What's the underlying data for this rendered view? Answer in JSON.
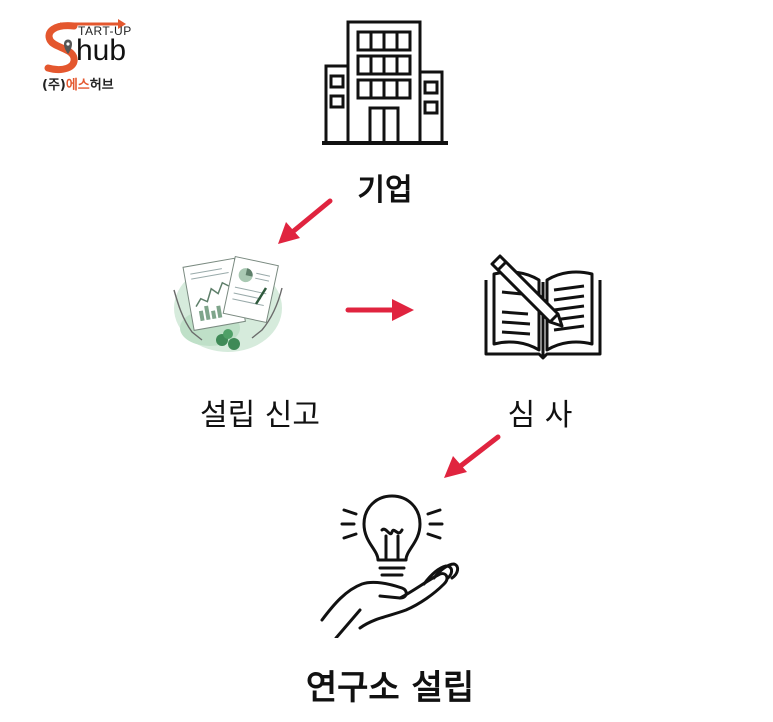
{
  "logo": {
    "startup_text": "TART-UP",
    "hub_text": "hub",
    "sub_prefix": "(주)",
    "sub_accent": "에스",
    "sub_suffix": "허브",
    "s_color": "#e4572e",
    "icon": "map-pin-icon"
  },
  "nodes": {
    "company": {
      "label": "기업",
      "icon": "building-icon"
    },
    "report": {
      "label": "설립 신고",
      "icon": "documents-hands-illustration"
    },
    "review": {
      "label": "심 사",
      "icon": "book-pencil-icon"
    },
    "lab": {
      "label": "연구소 설립",
      "icon": "lightbulb-hand-icon"
    }
  },
  "arrows": {
    "color": "#e0243f",
    "items": [
      "company-to-report",
      "report-to-review",
      "review-to-lab"
    ]
  }
}
